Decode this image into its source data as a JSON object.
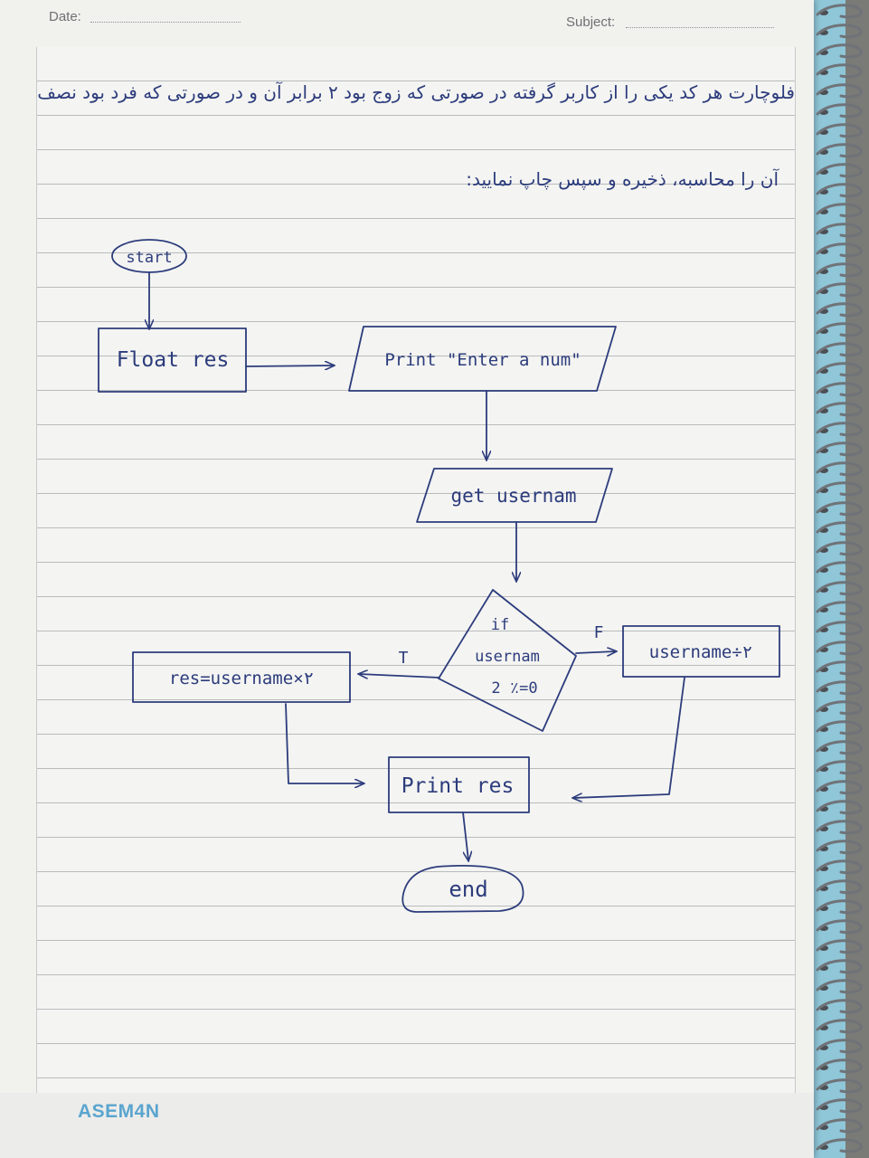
{
  "header": {
    "date_label": "Date:",
    "subject_label": "Subject:"
  },
  "question": {
    "line1": "فلوچارت هر کد یکی را از کاربر گرفته در صورتی که زوج بود ۲ برابر آن و در صورتی که فرد بود نصف",
    "line2": "آن را محاسبه، ذخیره و سپس چاپ نمایید:"
  },
  "flowchart": {
    "start": "start",
    "declare": "Float res",
    "print_prompt": "Print \"Enter a num\"",
    "input": "get usernam",
    "decision": [
      "if",
      "usernam",
      "2 ٪=0"
    ],
    "true_label": "T",
    "false_label": "F",
    "true_process": "res=username×۲",
    "false_process": "username÷۲",
    "output": "Print res",
    "end": "end"
  },
  "brand": "ASEM4N",
  "colors": {
    "ink": "#2c3c7c",
    "paper": "#f4f4f2",
    "rule": "#b9bbbd",
    "cover": "#8fc6d8",
    "brand": "#5aa5cf"
  }
}
